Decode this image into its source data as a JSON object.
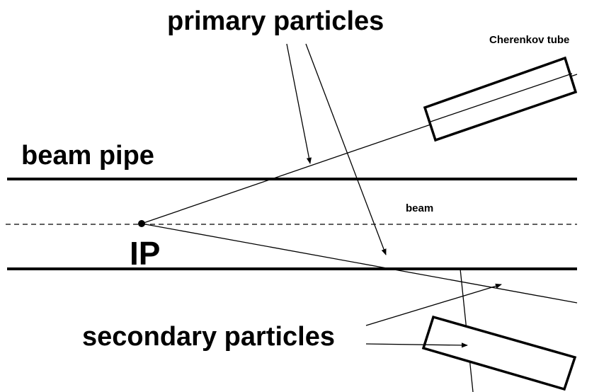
{
  "labels": {
    "primary": "primary particles",
    "cherenkov": "Cherenkov tube",
    "beam_pipe": "beam pipe",
    "beam": "beam",
    "ip": "IP",
    "secondary": "secondary particles"
  },
  "colors": {
    "ink": "#000000",
    "background": "#ffffff"
  }
}
